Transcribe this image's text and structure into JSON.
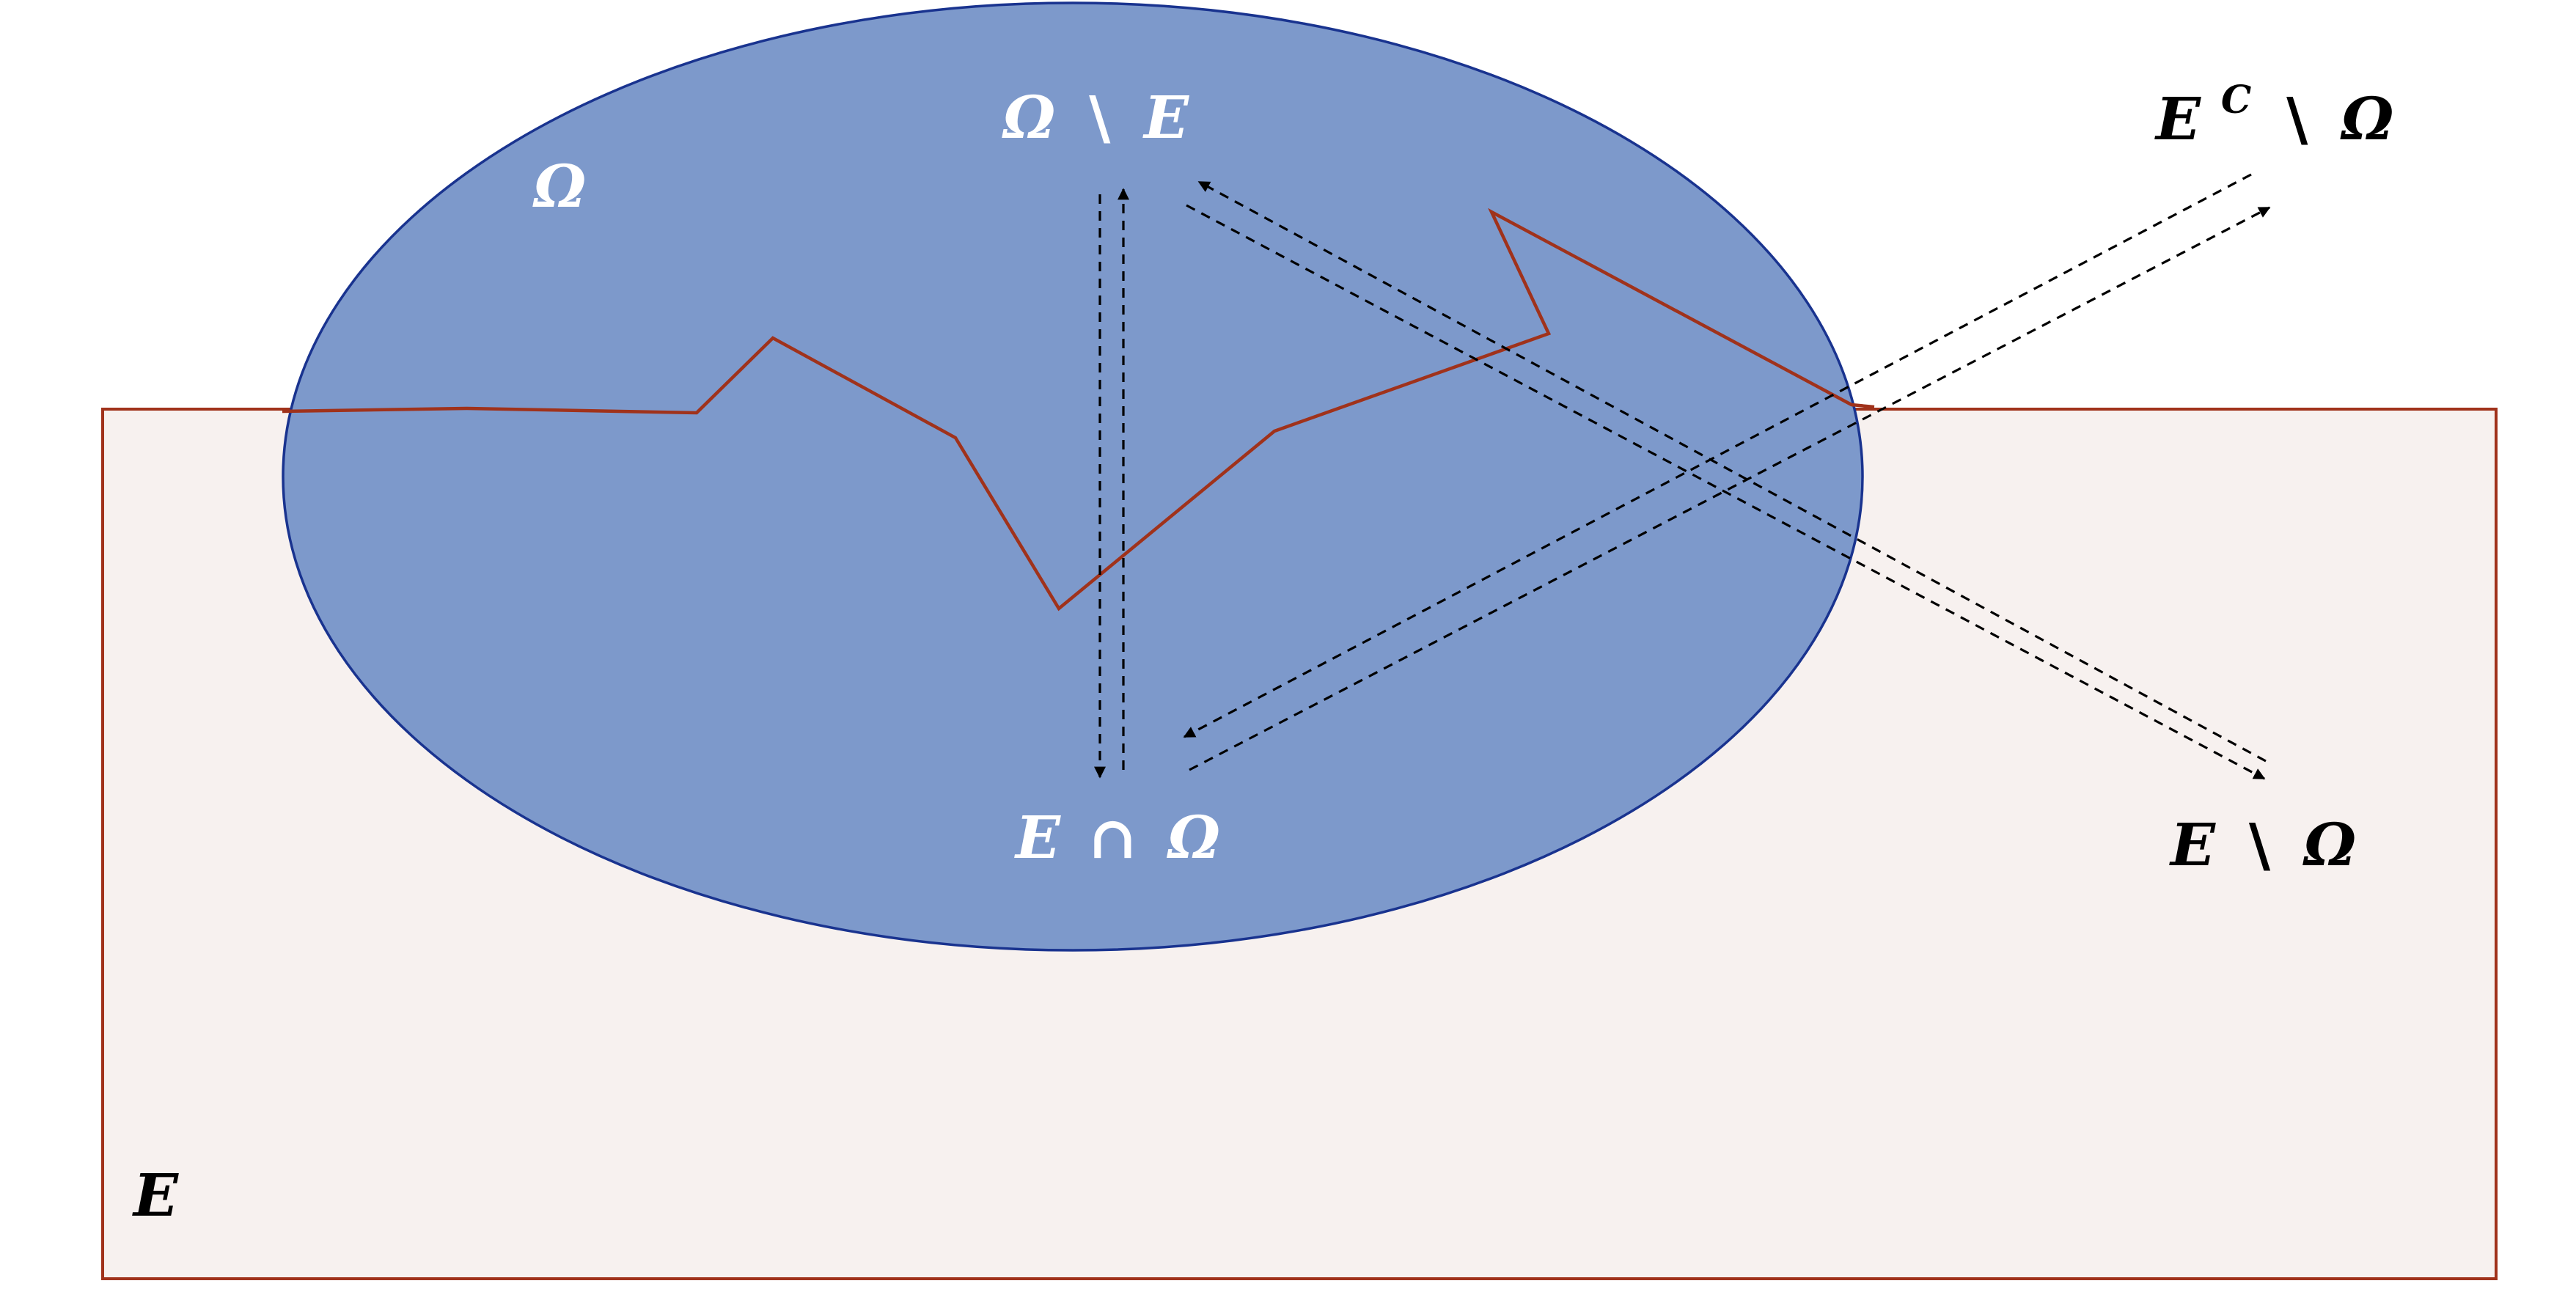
{
  "colors": {
    "background": "#ffffff",
    "set_e_fill": "#f7f1ef",
    "set_e_stroke": "#a0321b",
    "omega_fill": "#7d99cb",
    "omega_stroke": "#19338f",
    "boundary_line": "#a0321b",
    "inner_label": "#ffffff",
    "outer_label": "#000000",
    "arrows": "#000000"
  },
  "labels": {
    "omega": "Ω",
    "e_region": "E",
    "omega_minus_e": {
      "a": "Ω",
      "op": "\\",
      "b": "E"
    },
    "e_cap_omega": {
      "a": "E",
      "op": "∩",
      "b": "Ω"
    },
    "e_complement_minus_omega": {
      "a": "E",
      "sup": "C",
      "op": "\\",
      "b": "Ω"
    },
    "e_minus_omega": {
      "a": "E",
      "op": "\\",
      "b": "Ω"
    }
  }
}
